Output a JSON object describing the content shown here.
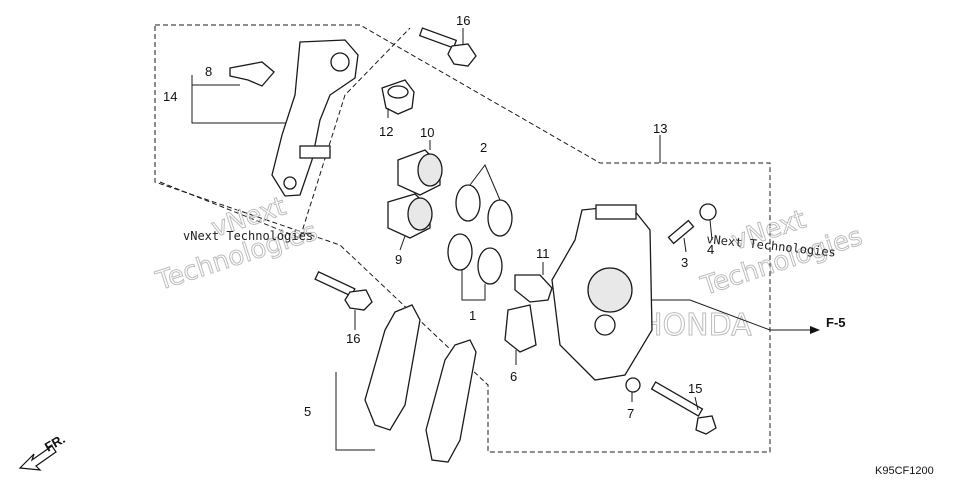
{
  "diagram": {
    "callouts": {
      "c1": "1",
      "c2": "2",
      "c3": "3",
      "c4": "4",
      "c5": "5",
      "c6": "6",
      "c7": "7",
      "c8": "8",
      "c9": "9",
      "c10": "10",
      "c11": "11",
      "c12": "12",
      "c13": "13",
      "c14": "14",
      "c15": "15",
      "c16a": "16",
      "c16b": "16"
    },
    "reference": "F-5",
    "direction": "FR.",
    "code": "K95CF1200",
    "watermark": {
      "small_text": "vNext Technologies",
      "large_word_1": "vNext",
      "large_word_2": "Technologies"
    }
  }
}
